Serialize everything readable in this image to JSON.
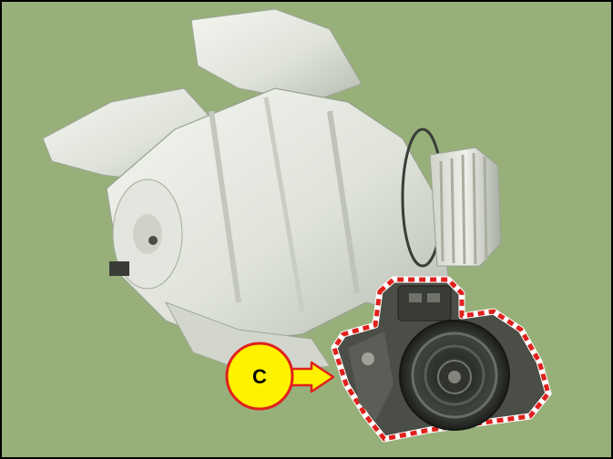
{
  "callout": {
    "label": "C"
  },
  "colors": {
    "background": "#97b07a",
    "frame": "#000000",
    "component_body": "#e9ece4",
    "component_shadow": "#b9bdb3",
    "highlight_outline": "#e0201c",
    "callout_fill": "#fff200",
    "callout_ring": "#e0201c",
    "arrow_fill": "#fff200"
  },
  "icons": {
    "main_subject": "transmission-housing-image",
    "highlighted_part": "solenoid-valve-assembly"
  }
}
